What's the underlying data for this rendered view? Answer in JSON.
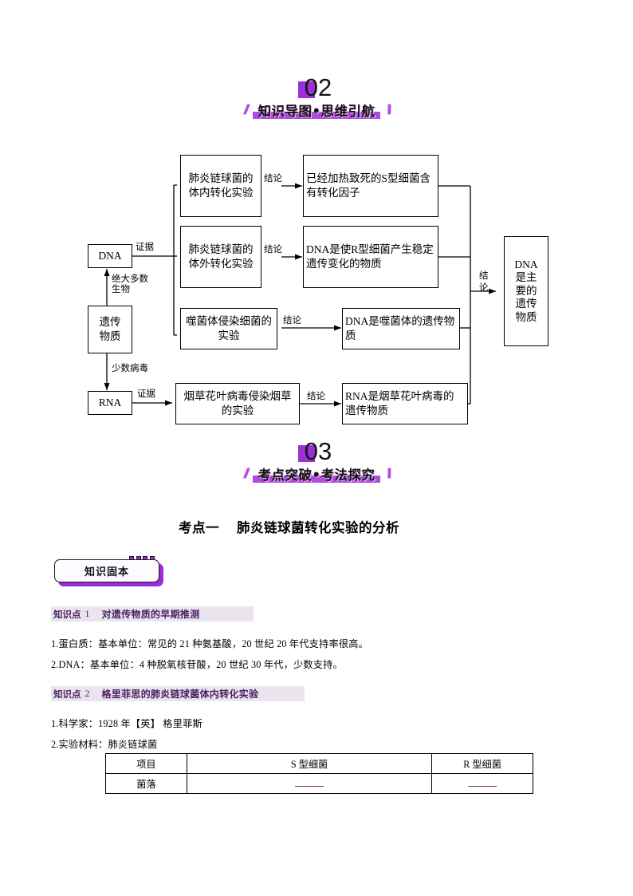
{
  "sections": [
    {
      "number": "02",
      "title": "知识导图•思维引航",
      "slash_left": "//",
      "slash_right": "\\\\"
    },
    {
      "number": "03",
      "title": "考点突破•考法探究",
      "slash_left": "//",
      "slash_right": "\\\\"
    }
  ],
  "flowchart": {
    "boxes": {
      "dna": "DNA",
      "rna": "RNA",
      "genetic_material": "遗传物质",
      "exp_in_vivo": "肺炎链球菌的体内转化实验",
      "exp_in_vitro": "肺炎链球菌的体外转化实验",
      "exp_phage": "噬菌体侵染细菌的实验",
      "exp_tmv": "烟草花叶病毒侵染烟草的实验",
      "concl_in_vivo": "已经加热致死的S型细菌含有转化因子",
      "concl_in_vitro": "DNA是使R型细菌产生稳定遗传变化的物质",
      "concl_phage": "DNA是噬菌体的遗传物质",
      "concl_tmv": "RNA是烟草花叶病毒的遗传物质",
      "final": "DNA是主要的遗传物质"
    },
    "labels": {
      "evidence_dna": "证据",
      "evidence_rna": "证据",
      "most_organisms": "绝大多数生物",
      "few_viruses": "少数病毒",
      "conclusion_1": "结论",
      "conclusion_2": "结论",
      "conclusion_3": "结论",
      "conclusion_4": "结论",
      "conclusion_final_a": "结",
      "conclusion_final_b": "论"
    }
  },
  "kaodian": {
    "label": "考点一",
    "title": "肺炎链球菌转化实验的分析"
  },
  "badge": {
    "text": "知识固本"
  },
  "knowledge_points": [
    {
      "tag": "知识点",
      "num": "1",
      "title": "对遗传物质的早期推测",
      "lines": [
        "1.蛋白质：基本单位：常见的 21 种氨基酸，20 世纪 20 年代支持率很高。",
        "2.DNA：基本单位：4 种脱氧核苷酸，20 世纪 30 年代，少数支持。"
      ]
    },
    {
      "tag": "知识点",
      "num": "2",
      "title": "格里菲思的肺炎链球菌体内转化实验",
      "lines": [
        "1.科学家：1928 年【英】 格里菲斯",
        "2.实验材料：肺炎链球菌"
      ]
    }
  ],
  "table": {
    "headers": [
      "项目",
      "S 型细菌",
      "R 型细菌"
    ],
    "rows": [
      {
        "label": "菌落",
        "s_value": "",
        "r_value": ""
      }
    ]
  },
  "colors": {
    "accent_purple": "#9b30d9",
    "banner_bar": "#b14be0",
    "kp_bg": "#e9e4ee",
    "kp_text": "#4b2060",
    "blank_line": "#7a4040"
  }
}
